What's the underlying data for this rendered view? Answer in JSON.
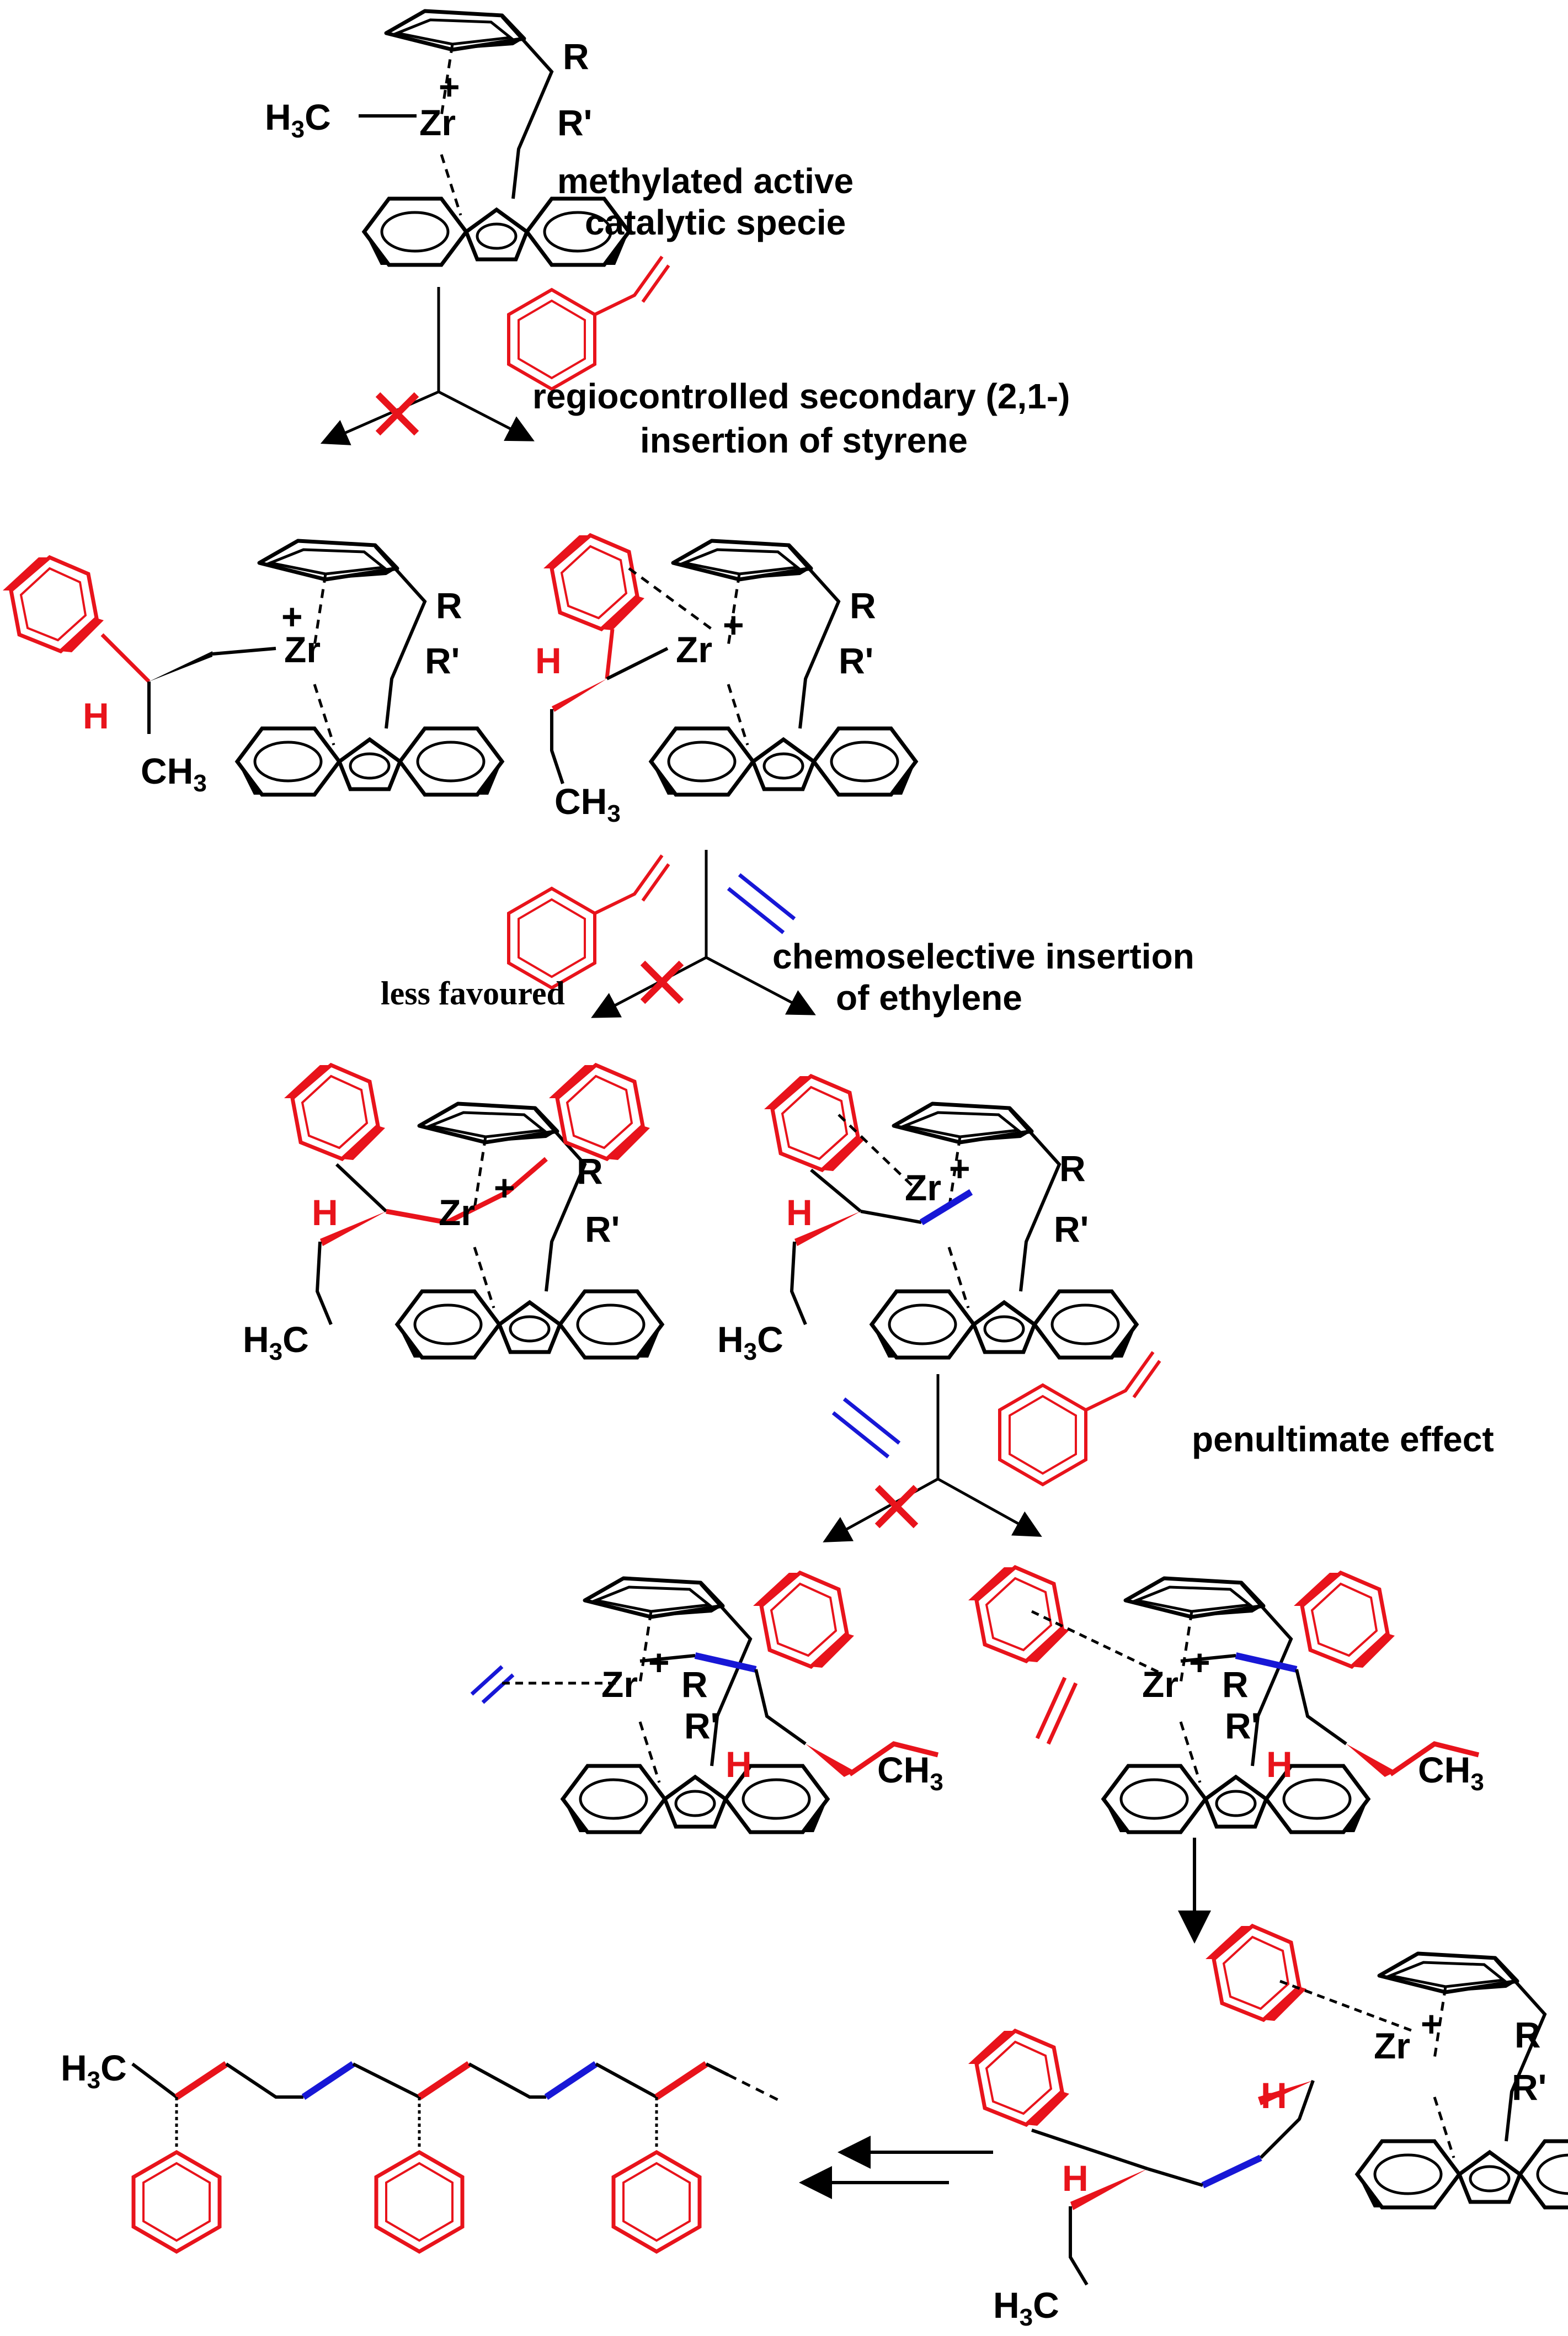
{
  "colors": {
    "bond": "#000000",
    "styrene": "#e8131b",
    "ethylene": "#1717d6"
  },
  "labels": {
    "methylated_active": "methylated active",
    "catalytic_specie": "catalytic specie",
    "regio_line1": "regiocontrolled secondary (2,1-)",
    "regio_line2": "insertion of styrene",
    "less_favoured": "less favoured",
    "chemo_line1": "chemoselective insertion",
    "chemo_line2": "of ethylene",
    "penultimate": "penultimate effect"
  },
  "atoms": {
    "zr": "Zr",
    "plus": "+",
    "r": "R",
    "r_prime": "R'",
    "h": "H",
    "h3c": "H3C",
    "ch3": "CH3",
    "methyl_prefix": "H",
    "methyl_sub": "3",
    "methyl_c": "C",
    "ch_c": "CH",
    "ch_sub": "3"
  },
  "icons": [
    "forbidden-cross-icon",
    "reaction-arrow-icon",
    "equilibrium-arrows-icon"
  ]
}
